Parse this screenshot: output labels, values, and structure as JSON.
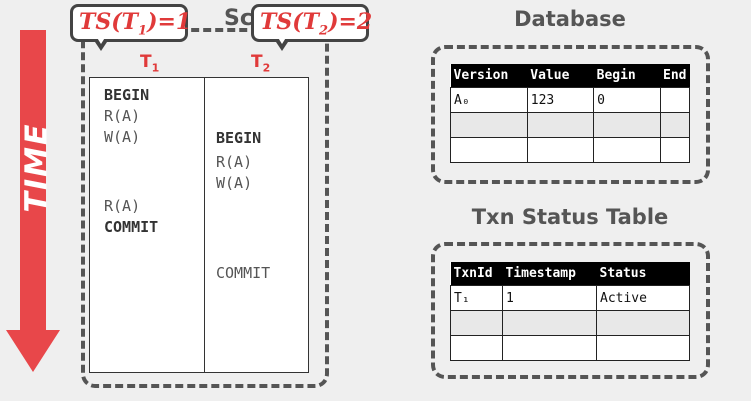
{
  "time_label": "TIME",
  "schedule": {
    "title": "Schedule",
    "callouts": [
      {
        "text_main": "TS(T",
        "sub": "1",
        "text_end": ")=1"
      },
      {
        "text_main": "TS(T",
        "sub": "2",
        "text_end": ")=2"
      }
    ],
    "columns": [
      {
        "label": "T",
        "sub": "1"
      },
      {
        "label": "T",
        "sub": "2"
      }
    ],
    "t1_ops": [
      "BEGIN",
      "R(A)",
      "W(A)",
      "R(A)",
      "COMMIT"
    ],
    "t2_ops": [
      "BEGIN",
      "R(A)",
      "W(A)",
      "COMMIT"
    ]
  },
  "database": {
    "title": "Database",
    "headers": [
      "Version",
      "Value",
      "Begin",
      "End"
    ],
    "rows": [
      [
        "A₀",
        "123",
        "0",
        ""
      ],
      [
        "",
        "",
        "",
        ""
      ],
      [
        "",
        "",
        "",
        ""
      ]
    ]
  },
  "txn_status": {
    "title": "Txn Status Table",
    "headers": [
      "TxnId",
      "Timestamp",
      "Status"
    ],
    "rows": [
      [
        "T₁",
        "1",
        "Active"
      ],
      [
        "",
        "",
        ""
      ],
      [
        "",
        "",
        ""
      ]
    ]
  },
  "colors": {
    "accent": "#e03a3a",
    "frame": "#555555",
    "background": "#efefef"
  }
}
